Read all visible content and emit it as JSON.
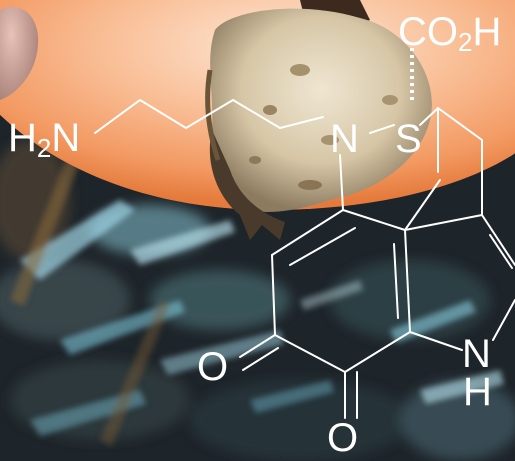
{
  "labels": {
    "h2n": "H₂N",
    "ring_n": "N",
    "sulfur": "S",
    "carboxyl": "CO₂H",
    "nh_n": "N",
    "nh_h": "H",
    "oxygen_left": "O",
    "oxygen_bottom": "O"
  },
  "colors": {
    "orange_glow": "#f6a06c",
    "peach_center": "#fde2cf",
    "background_dark": "#1b2126",
    "bond_line": "#ffffff",
    "ice_blue": "#8fd8ec"
  }
}
